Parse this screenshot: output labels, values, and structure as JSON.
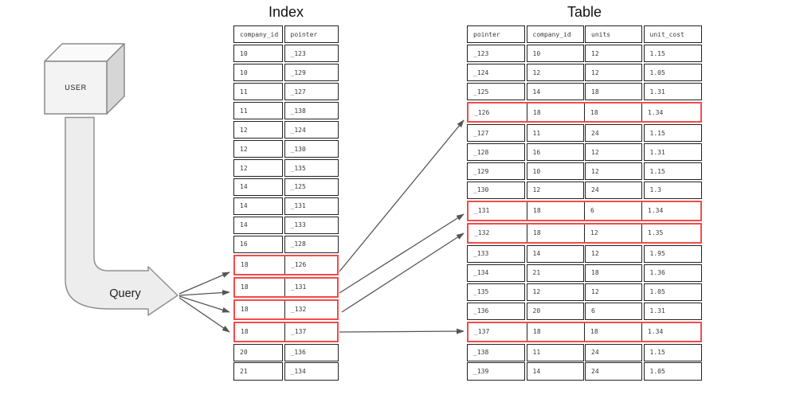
{
  "colors": {
    "highlight_border": "#f44b4b",
    "table_border": "#222222",
    "arrow": "#555555"
  },
  "user_box": {
    "label": "USER"
  },
  "query_arrow": {
    "label": "Query"
  },
  "index_table": {
    "title": "Index",
    "headers": [
      "company_id",
      "pointer"
    ],
    "rows": [
      [
        "10",
        "_123"
      ],
      [
        "10",
        "_129"
      ],
      [
        "11",
        "_127"
      ],
      [
        "11",
        "_138"
      ],
      [
        "12",
        "_124"
      ],
      [
        "12",
        "_130"
      ],
      [
        "12",
        "_135"
      ],
      [
        "14",
        "_125"
      ],
      [
        "14",
        "_131"
      ],
      [
        "14",
        "_133"
      ],
      [
        "16",
        "_128"
      ],
      [
        "18",
        "_126"
      ],
      [
        "18",
        "_131"
      ],
      [
        "18",
        "_132"
      ],
      [
        "18",
        "_137"
      ],
      [
        "20",
        "_136"
      ],
      [
        "21",
        "_134"
      ]
    ],
    "highlighted_row_indexes": [
      11,
      12,
      13,
      14
    ]
  },
  "main_table": {
    "title": "Table",
    "headers": [
      "pointer",
      "company_id",
      "units",
      "unit_cost"
    ],
    "rows": [
      [
        "_123",
        "10",
        "12",
        "1.15"
      ],
      [
        "_124",
        "12",
        "12",
        "1.05"
      ],
      [
        "_125",
        "14",
        "18",
        "1.31"
      ],
      [
        "_126",
        "18",
        "18",
        "1.34"
      ],
      [
        "_127",
        "11",
        "24",
        "1.15"
      ],
      [
        "_128",
        "16",
        "12",
        "1.31"
      ],
      [
        "_129",
        "10",
        "12",
        "1.15"
      ],
      [
        "_130",
        "12",
        "24",
        "1.3"
      ],
      [
        "_131",
        "18",
        "6",
        "1.34"
      ],
      [
        "_132",
        "18",
        "12",
        "1.35"
      ],
      [
        "_133",
        "14",
        "12",
        "1.95"
      ],
      [
        "_134",
        "21",
        "18",
        "1.36"
      ],
      [
        "_135",
        "12",
        "12",
        "1.05"
      ],
      [
        "_136",
        "20",
        "6",
        "1.31"
      ],
      [
        "_137",
        "18",
        "18",
        "1.34"
      ],
      [
        "_138",
        "11",
        "24",
        "1.15"
      ],
      [
        "_139",
        "14",
        "24",
        "1.05"
      ]
    ],
    "highlighted_row_indexes": [
      3,
      8,
      9,
      14
    ]
  }
}
